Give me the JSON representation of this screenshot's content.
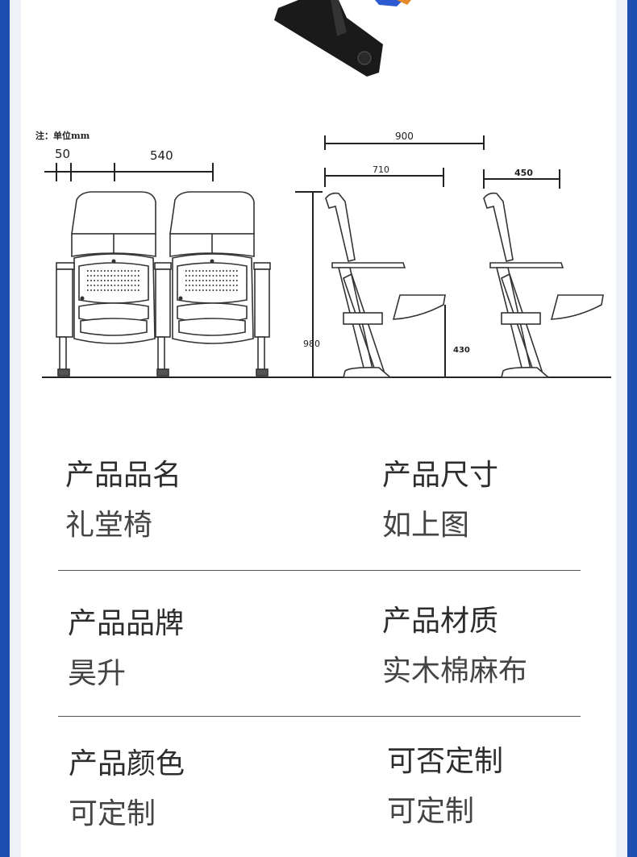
{
  "diagram": {
    "note": "注：单位mm",
    "front": {
      "dim_arm": "50",
      "dim_seat": "540"
    },
    "side": {
      "dim_depth": "900",
      "dim_seat_depth": "710",
      "dim_height": "980",
      "dim_table_height": "430",
      "dim_table_depth": "450"
    }
  },
  "specs": [
    {
      "label": "产品品名",
      "value": "礼堂椅"
    },
    {
      "label": "产品尺寸",
      "value": "如上图"
    },
    {
      "label": "产品品牌",
      "value": "昊升"
    },
    {
      "label": "产品材质",
      "value": "实木棉麻布"
    },
    {
      "label": "产品颜色",
      "value": "可定制"
    },
    {
      "label": "可否定制",
      "value": "可定制"
    }
  ]
}
